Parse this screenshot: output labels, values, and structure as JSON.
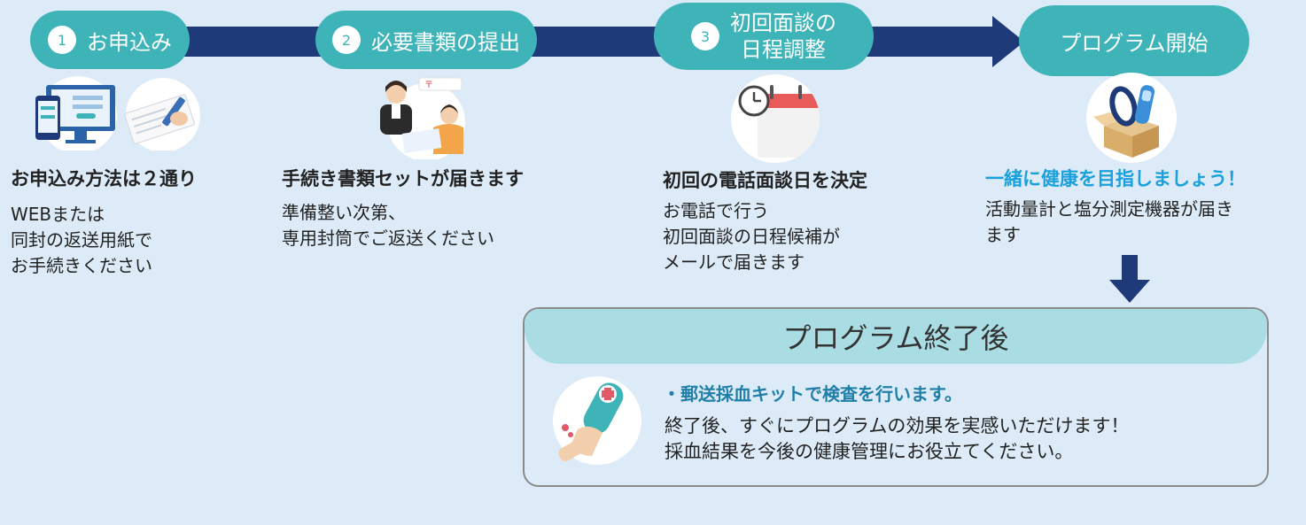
{
  "steps": [
    {
      "number": "1",
      "label": "お申込み",
      "heading": "お申込み方法は２通り",
      "description": [
        "WEBまたは",
        "同封の返送用紙で",
        "お手続きください"
      ]
    },
    {
      "number": "2",
      "label": "必要書類の提出",
      "heading": "手続き書類セットが届きます",
      "description": [
        "準備整い次第、",
        "専用封筒でご返送ください"
      ]
    },
    {
      "number": "3",
      "label_lines": [
        "初回面談の",
        "日程調整"
      ],
      "heading": "初回の電話面談日を決定",
      "description": [
        "お電話で行う",
        "初回面談の日程候補が",
        "メールで届きます"
      ]
    },
    {
      "label": "プログラム開始",
      "heading": "一緒に健康を目指しましょう！",
      "description": [
        "活動量計と塩分測定機器が届き",
        "ます"
      ]
    }
  ],
  "after": {
    "title": "プログラム終了後",
    "heading": "・郵送採血キットで検査を行います。",
    "description": [
      "終了後、すぐにプログラムの効果を実感いただけます！",
      "採血結果を今後の健康管理にお役立てください。"
    ]
  },
  "colors": {
    "teal": "#3fb4b8",
    "navy": "#1f3a78",
    "light_teal": "#a9dde3",
    "background": "#dcebf7",
    "highlight_text": "#1aa0dc"
  },
  "icons": [
    "computer-form-icon",
    "office-meeting-icon",
    "calendar-clock-icon",
    "devices-box-icon",
    "blood-kit-icon",
    "down-arrow-icon"
  ]
}
